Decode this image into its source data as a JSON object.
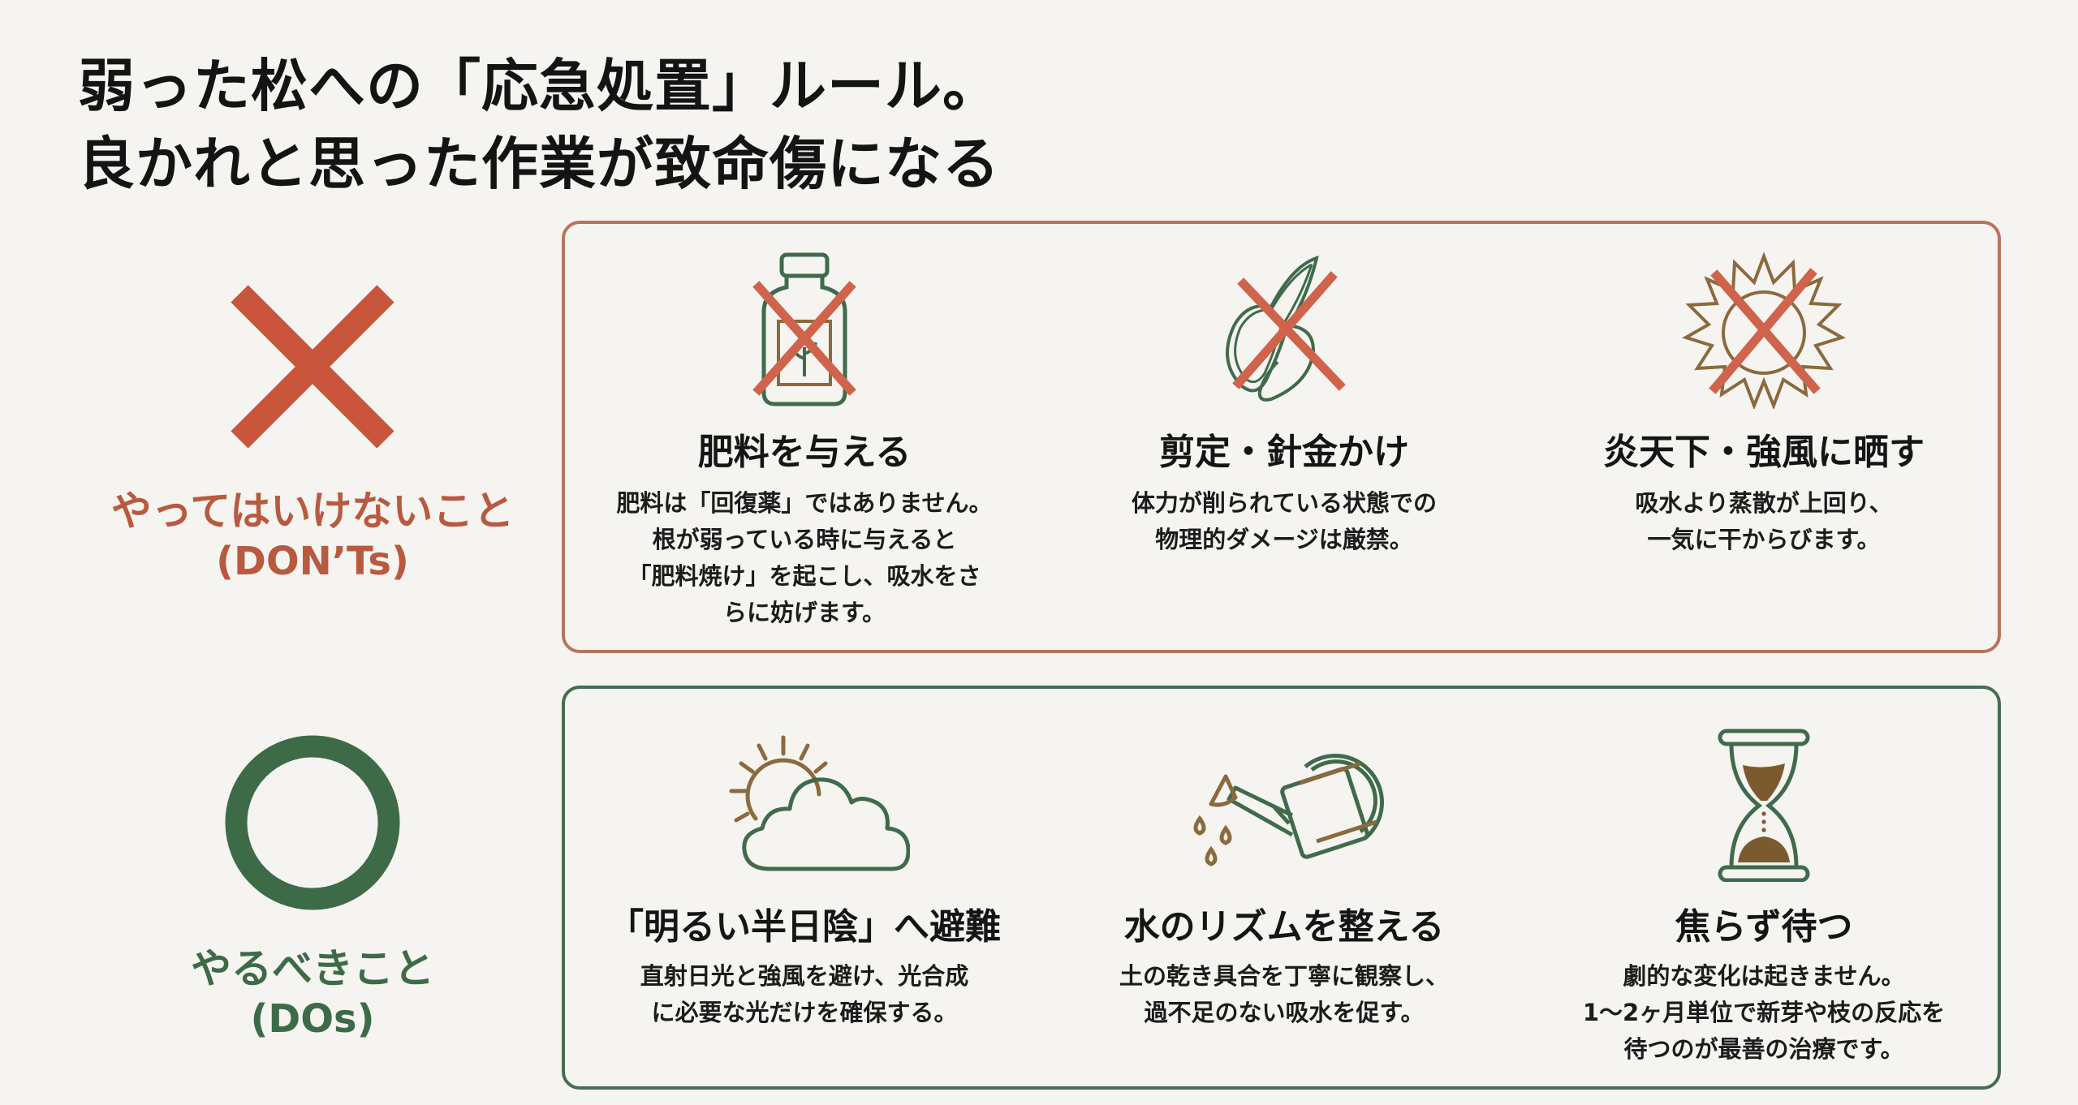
{
  "header": {
    "title_line1": "弱った松への「応急処置」ルール。",
    "title_line2": "良かれと思った作業が致命傷になる"
  },
  "colors": {
    "background": "#f5f4f0",
    "dont_accent": "#c9553c",
    "dont_border": "#b9735d",
    "do_accent": "#3d6b48",
    "do_border": "#466d50",
    "icon_brown": "#8a6a3e",
    "sand_brown": "#7a5a2e"
  },
  "donts": {
    "mark_icon": "cross-mark-icon",
    "label": "やってはいけないこと",
    "label_en": "(DON’Ts)",
    "items": [
      {
        "icon": "fertilizer-bottle-crossed-icon",
        "title": "肥料を与える",
        "body": "肥料は「回復薬」ではありません。\n根が弱っている時に与えると\n「肥料焼け」を起こし、吸水をさ\nらに妨げます。"
      },
      {
        "icon": "pruning-shears-crossed-icon",
        "title": "剪定・針金かけ",
        "body": "体力が削られている状態での\n物理的ダメージは厳禁。"
      },
      {
        "icon": "harsh-sun-crossed-icon",
        "title": "炎天下・強風に晒す",
        "body": "吸水より蒸散が上回り、\n一気に干からびます。"
      }
    ]
  },
  "dos": {
    "mark_icon": "circle-mark-icon",
    "label": "やるべきこと",
    "label_en": "(DOs)",
    "items": [
      {
        "icon": "sun-behind-cloud-icon",
        "title": "「明るい半日陰」へ避難",
        "body": "直射日光と強風を避け、光合成\nに必要な光だけを確保する。"
      },
      {
        "icon": "watering-can-icon",
        "title": "水のリズムを整える",
        "body": "土の乾き具合を丁寧に観察し、\n過不足のない吸水を促す。"
      },
      {
        "icon": "hourglass-icon",
        "title": "焦らず待つ",
        "body": "劇的な変化は起きません。\n1～2ヶ月単位で新芽や枝の反応を\n待つのが最善の治療です。"
      }
    ]
  }
}
